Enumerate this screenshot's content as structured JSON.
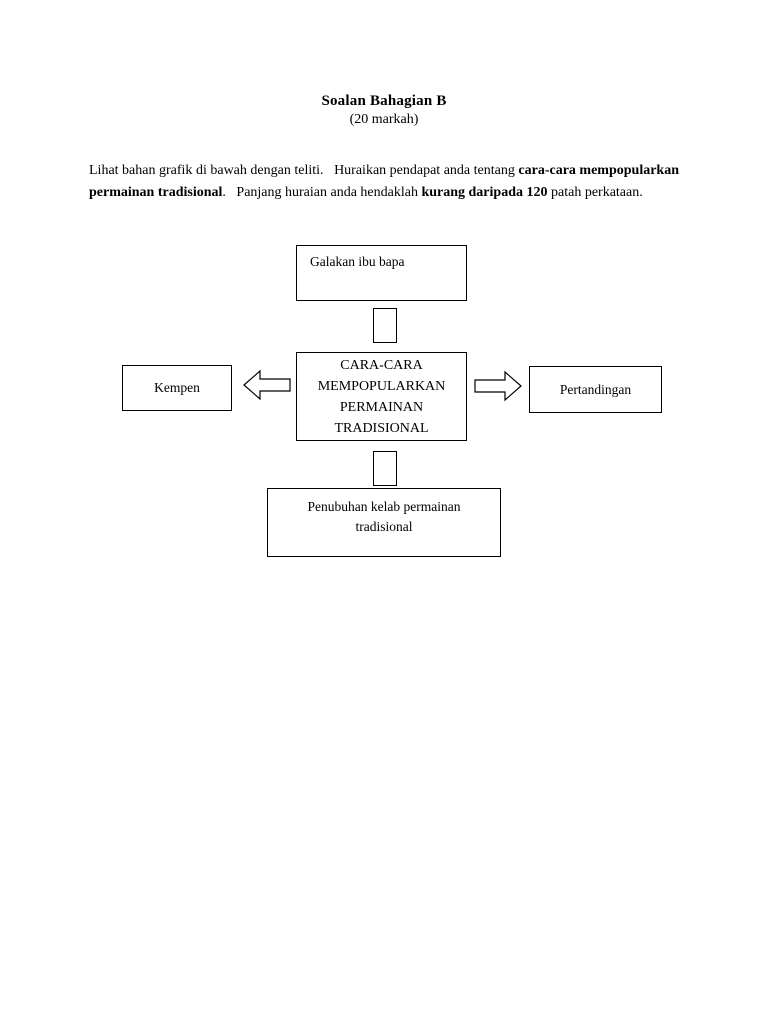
{
  "header": {
    "title": "Soalan Bahagian B",
    "subtitle": "(20 markah)"
  },
  "instruction": {
    "line1_part1": "Lihat bahan grafik di bawah dengan teliti.",
    "line1_part2": "Huraikan pendapat anda tentang",
    "bold1": "cara-cara mempopularkan permainan tradisional",
    "line2_part1": ".",
    "line2_part2": "Panjang huraian anda hendaklah",
    "bold2": "kurang daripada 120",
    "line3_tail": "patah perkataan."
  },
  "diagram": {
    "center": {
      "line1": "CARA-CARA",
      "line2": "MEMPOPULARKAN",
      "line3": "PERMAINAN",
      "line4": "TRADISIONAL"
    },
    "top": {
      "label": "Galakan ibu bapa"
    },
    "left": {
      "label": "Kempen"
    },
    "right": {
      "label": "Pertandingan"
    },
    "bottom": {
      "line1": "Penubuhan kelab permainan",
      "line2": "tradisional"
    }
  },
  "colors": {
    "ink": "#000000",
    "paper": "#ffffff"
  }
}
